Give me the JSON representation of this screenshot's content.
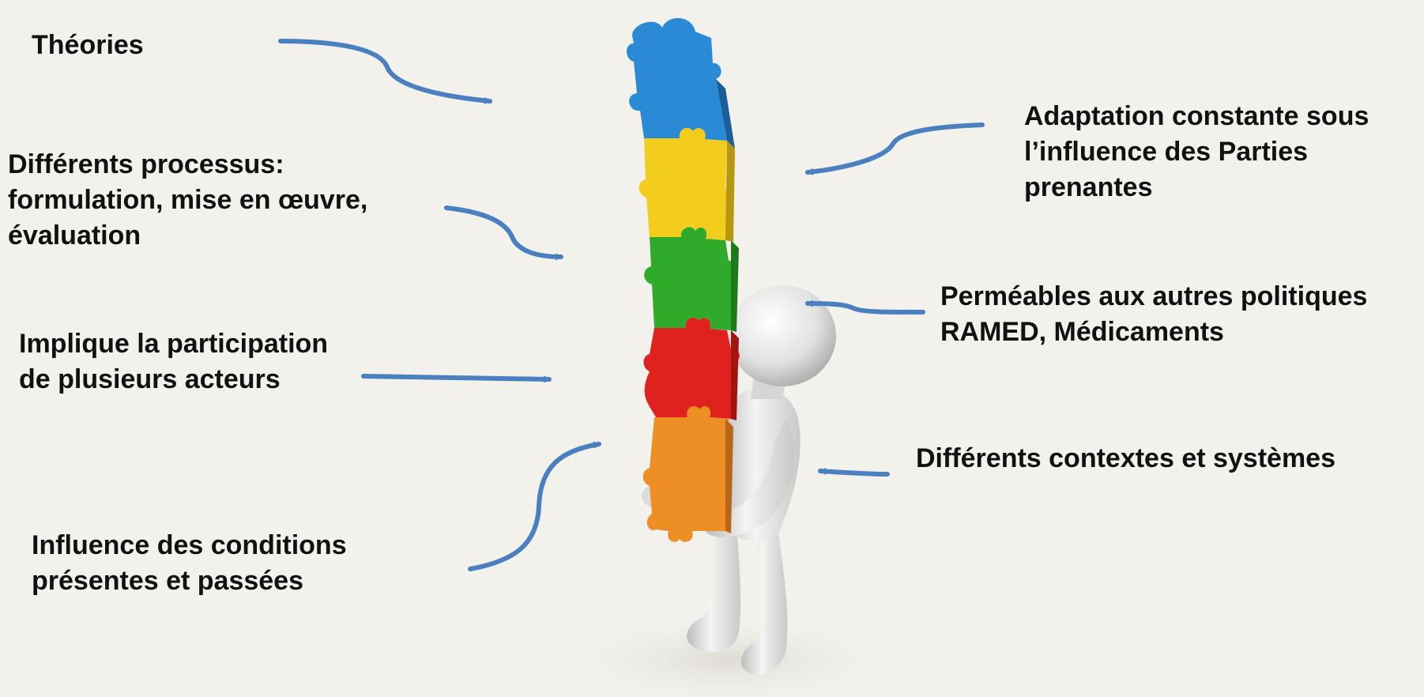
{
  "colors": {
    "background": "#f3f1ec",
    "arrow": "#4a7fc0",
    "text": "#111111",
    "piece_blue": "#2a8ad6",
    "piece_yellow": "#f2cd1e",
    "piece_green": "#2faa2a",
    "piece_red": "#e0221e",
    "piece_orange": "#ee8f26",
    "figure": "#e6e6e6"
  },
  "icons": {
    "puzzle": "puzzle-piece-icon",
    "figure": "person-figure-icon",
    "arrow": "curved-arrow-icon"
  },
  "labels": {
    "theories": [
      "Théories"
    ],
    "processus": [
      "Différents processus:",
      "formulation, mise en œuvre,",
      "évaluation"
    ],
    "participation": [
      "Implique la participation",
      "de plusieurs acteurs"
    ],
    "conditions": [
      "Influence des conditions",
      "présentes et passées"
    ],
    "adaptation": [
      "Adaptation  constante sous",
      "l’influence des Parties",
      "prenantes"
    ],
    "permeables": [
      "Perméables aux autres politiques",
      "RAMED, Médicaments"
    ],
    "contextes": [
      "Différents contextes et systèmes"
    ]
  }
}
